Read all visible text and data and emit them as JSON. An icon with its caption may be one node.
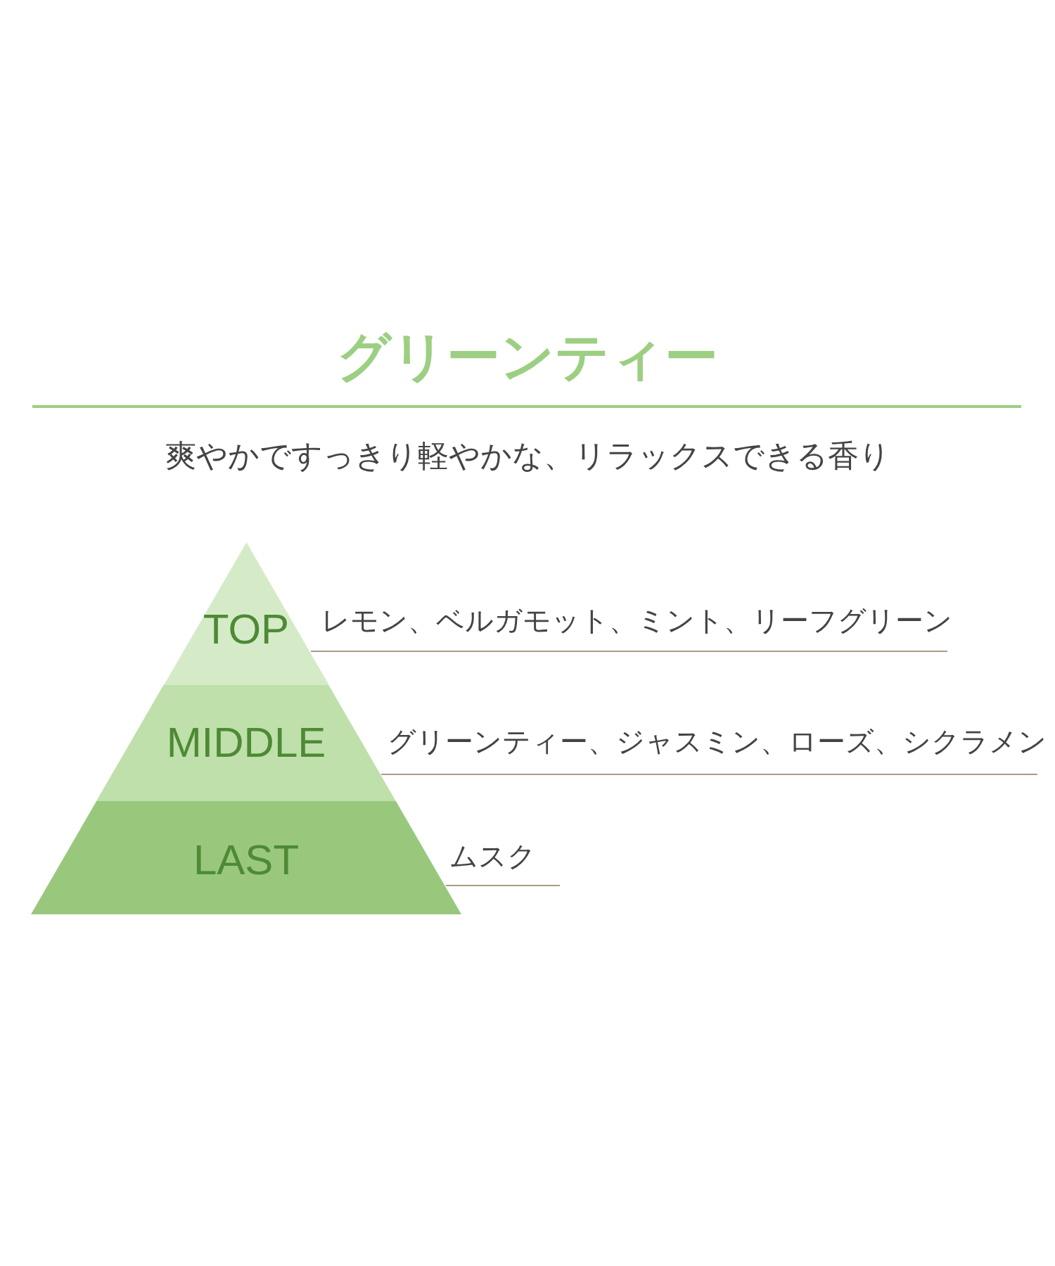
{
  "diagram": {
    "title": "グリーンティー",
    "nodes": [
      {
        "text": [
          "TOP"
        ],
        "beside": [
          "レモン、ベルガモット、ミント、リーフグリーン"
        ]
      },
      {
        "text": [
          "MIDDLE"
        ],
        "beside": [
          "グリーンティー、ジャスミン、ローズ、シクラメン"
        ]
      },
      {
        "text": [
          "LAST"
        ],
        "beside": [
          "ムスク"
        ]
      }
    ],
    "labels": [
      "爽やかですっきり軽やかな、リラックスできる香り"
    ]
  }
}
